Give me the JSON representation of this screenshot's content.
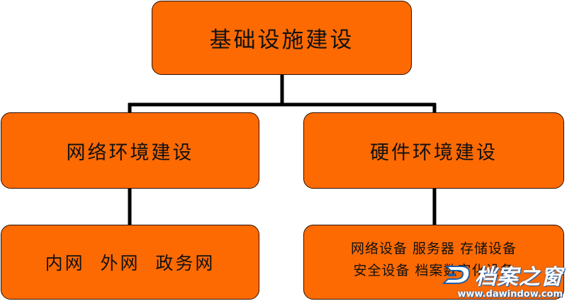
{
  "diagram": {
    "root": {
      "label": "基础设施建设"
    },
    "branches": [
      {
        "label": "网络环境建设",
        "leaf": {
          "lines": [
            "内网  外网  政务网"
          ]
        }
      },
      {
        "label": "硬件环境建设",
        "leaf": {
          "lines": [
            "网络设备 服务器 存储设备",
            "安全设备 档案数字化设备"
          ]
        }
      }
    ]
  },
  "watermark": {
    "brand": "档案之窗",
    "url": "www.dawindow.com"
  },
  "colors": {
    "box_fill": "#fd6a02",
    "box_border": "#2a1200",
    "connector": "#000000",
    "text": "#111111",
    "watermark_blue": "#1e5fa8"
  }
}
